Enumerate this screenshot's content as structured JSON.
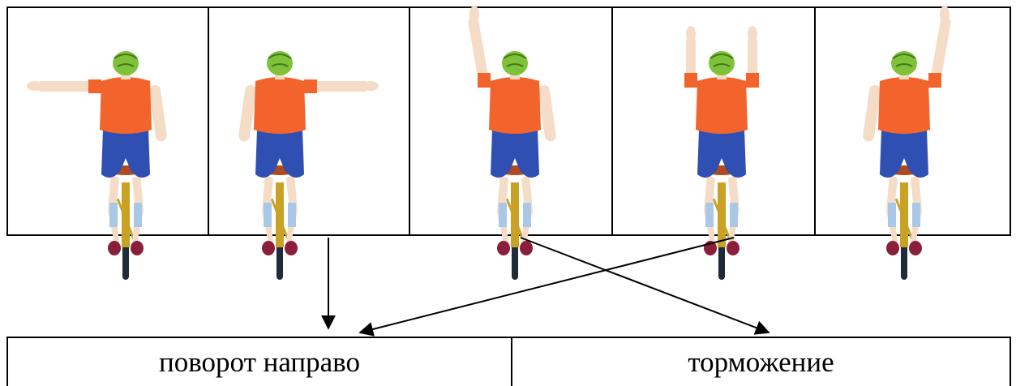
{
  "top_row": {
    "cells": [
      {
        "signal": "left-arm-horizontal"
      },
      {
        "signal": "right-arm-horizontal"
      },
      {
        "signal": "left-arm-raised"
      },
      {
        "signal": "both-arms-raised"
      },
      {
        "signal": "right-arm-raised"
      }
    ]
  },
  "bottom_row": {
    "labels": [
      "поворот направо",
      "торможение"
    ]
  },
  "colors": {
    "helmet": "#7fc23a",
    "shirt": "#f2642b",
    "shorts": "#2f4fb3",
    "skin": "#f5dcc6",
    "bike": "#c9a225",
    "wheel": "#1f2b38",
    "line": "#000000"
  }
}
